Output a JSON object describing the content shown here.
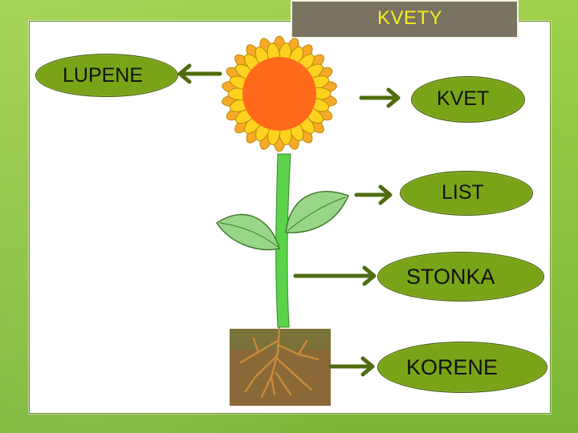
{
  "title": "KVETY",
  "labels": {
    "lupene": "LUPENE",
    "kvet": "KVET",
    "list": "LIST",
    "stonka": "STONKA",
    "korene": "KORENE"
  },
  "colors": {
    "pill_fill": "#7aa418",
    "arrow": "#4f6d10",
    "petal": "#ffd21f",
    "flower_center": "#ff6a1a",
    "stem": "#5cd24a",
    "soil": "#8a6838"
  }
}
